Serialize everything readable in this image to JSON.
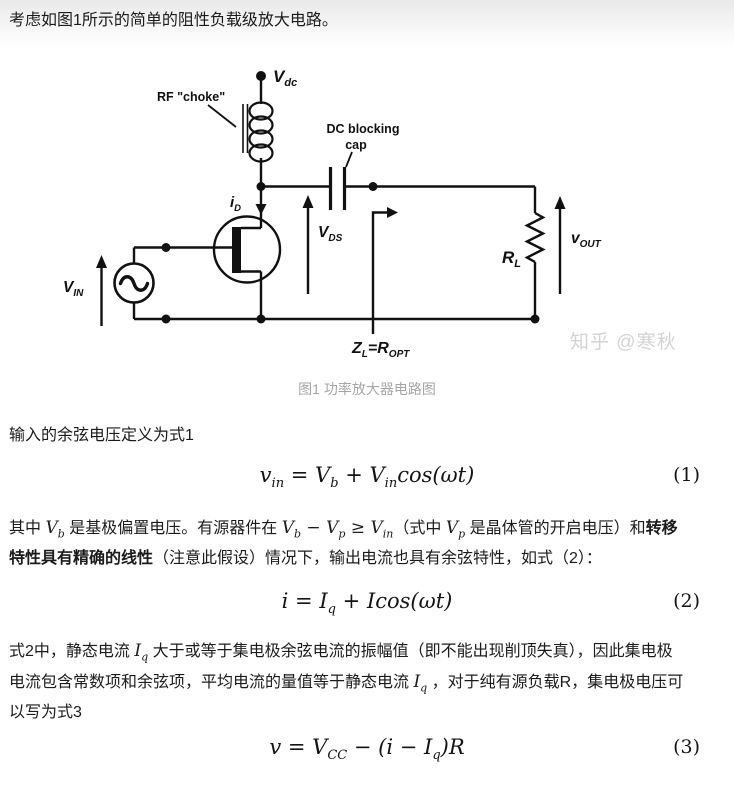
{
  "intro": "考虑如图1所示的简单的阻性负载级放大电路。",
  "figure": {
    "caption": "图1 功率放大器电路图",
    "watermark": "知乎 @寒秋",
    "labels": {
      "vdc": {
        "base": "V",
        "sub": "dc"
      },
      "rf_choke": "RF \"choke\"",
      "dc_blocking_line1": "DC blocking",
      "dc_blocking_line2": "cap",
      "id": {
        "base": "i",
        "sub": "D"
      },
      "vds": {
        "base": "V",
        "sub": "DS"
      },
      "vin": {
        "base": "V",
        "sub": "IN"
      },
      "rl": {
        "base": "R",
        "sub": "L"
      },
      "vout": {
        "base": "v",
        "sub": "OUT"
      },
      "zl": {
        "z": "Z",
        "zsub": "L",
        "eq": "=",
        "r": "R",
        "rsub": "OPT"
      }
    }
  },
  "para_intro_eq1": "输入的余弦电压定义为式1",
  "eq1": {
    "v": "v",
    "vs": "in",
    "rel": " = ",
    "a": "V",
    "asub": "b",
    "plus": " + ",
    "b": "V",
    "bsub": "in",
    "tail": "cos(ωt)",
    "num": "(1)"
  },
  "para2": {
    "l1": {
      "s1": "其中 ",
      "m1": "V",
      "m1s": "b",
      "s2": " 是基极偏置电压。有源器件在 ",
      "m2": "V",
      "m2s": "b",
      "s3": " − ",
      "m3": "V",
      "m3s": "p",
      "s4": " ≥ ",
      "m4": "V",
      "m4s": "in",
      "s5": "（式中 ",
      "m5": "V",
      "m5s": "p",
      "s6": " 是晶体管的开启电压）和",
      "b1": "转移"
    },
    "l2": {
      "b1": "特性具有精确的线性",
      "s1": "（注意此假设）情况下，输出电流也具有余弦特性，如式（2）："
    }
  },
  "eq2": {
    "v": "i",
    "rel": " = ",
    "a": "I",
    "asub": "q",
    "plus": " + ",
    "tail": "Icos(ωt)",
    "num": "(2)"
  },
  "para3": {
    "l1": {
      "s1": "式2中，静态电流 ",
      "m1": "I",
      "m1s": "q",
      "s2": " 大于或等于集电极余弦电流的振幅值（即不能出现削顶失真），因此集电极"
    },
    "l2": {
      "s1": "电流包含常数项和余弦项，平均电流的量值等于静态电流 ",
      "m1": "I",
      "m1s": "q",
      "s2": " ，对于纯有源负载R，集电极电压可"
    },
    "l3": {
      "s1": "以写为式3"
    }
  },
  "eq3": {
    "v": "v",
    "rel": " = ",
    "a": "V",
    "asub": "CC",
    "mid": " − (",
    "i": "i",
    "minus": " − ",
    "b": "I",
    "bsub": "q",
    "close": ")R",
    "num": "(3)"
  }
}
